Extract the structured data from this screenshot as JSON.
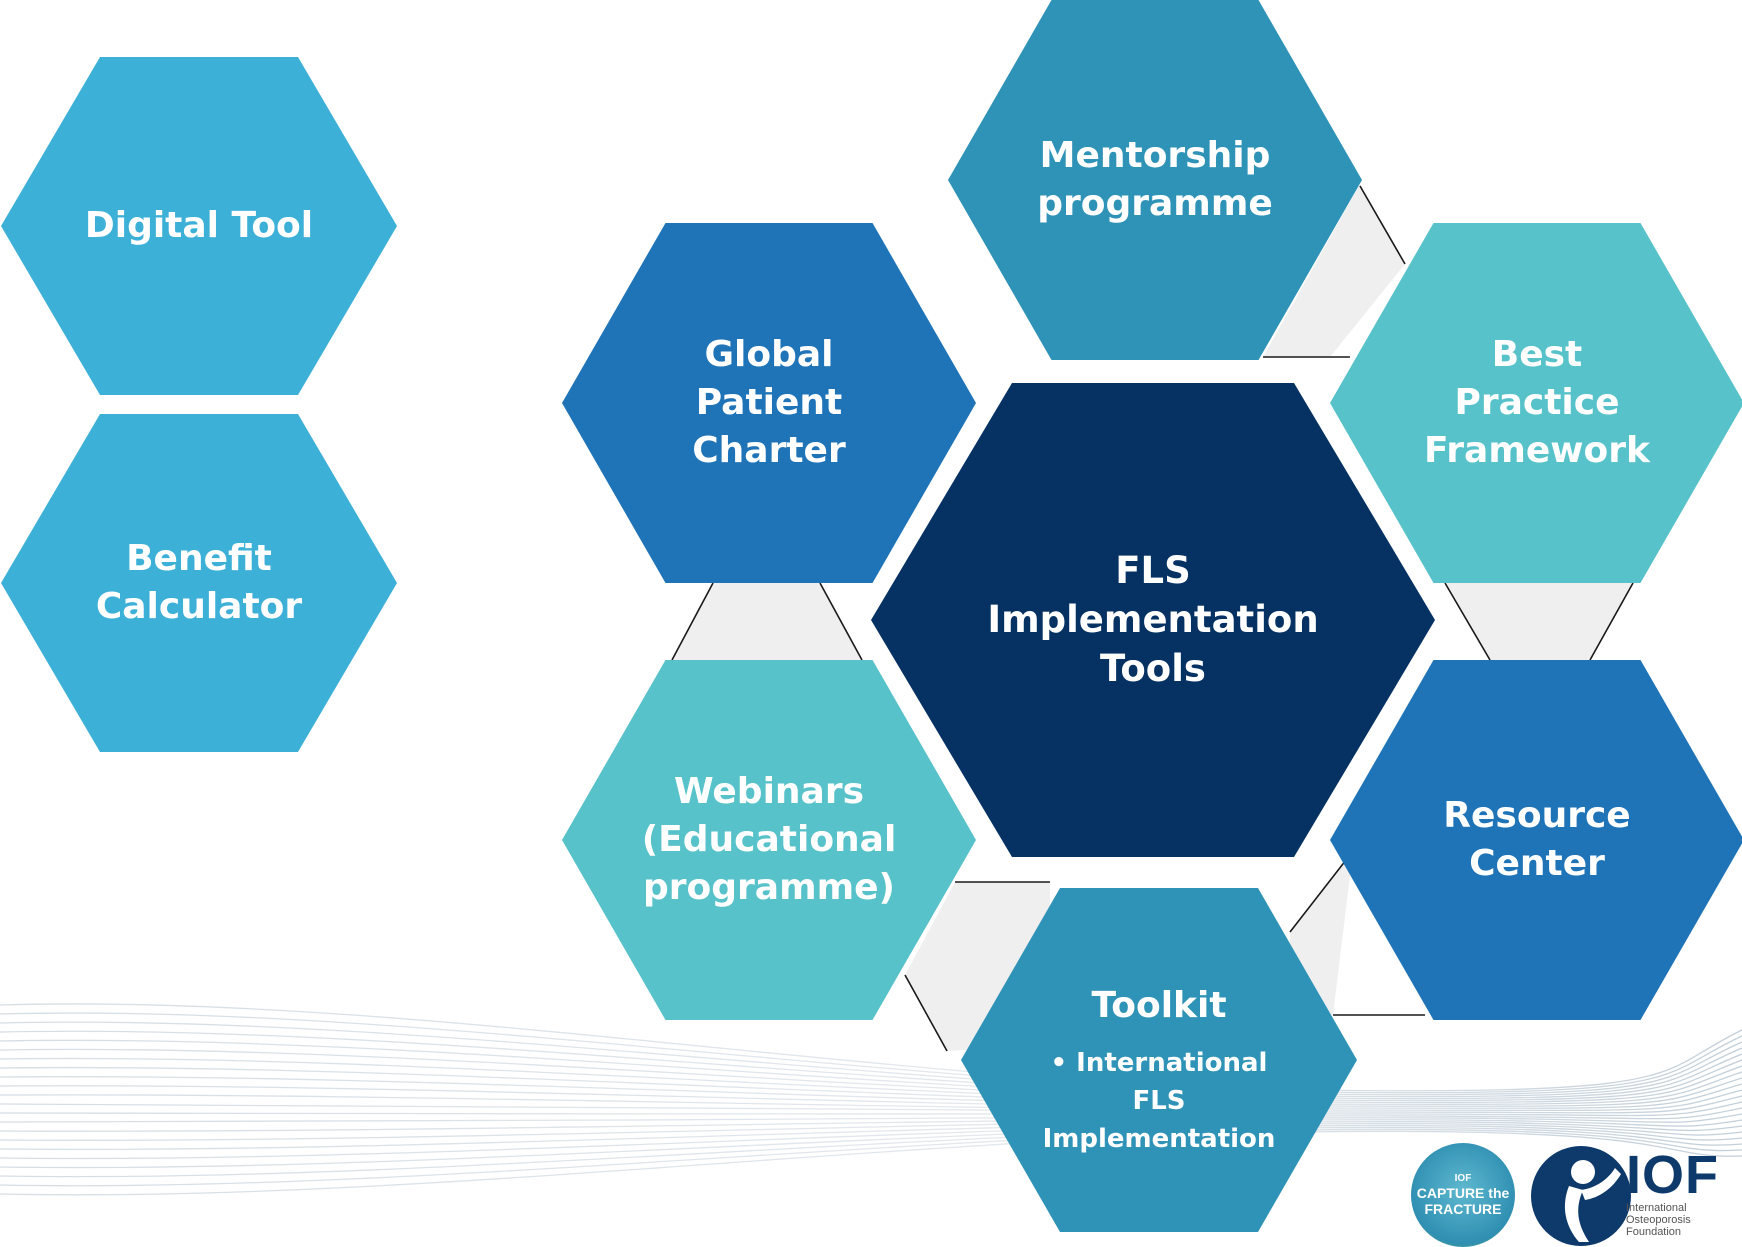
{
  "hexagons": {
    "digital_tool": {
      "label": "Digital Tool",
      "color": "#3db0d8"
    },
    "benefit_calculator": {
      "label": "Benefit\nCalculator",
      "color": "#3db0d8"
    },
    "mentorship": {
      "label": "Mentorship\nprogramme",
      "color": "#2f93b7"
    },
    "global_patient_charter": {
      "label": "Global Patient\nCharter",
      "color": "#1f73b7"
    },
    "best_practice": {
      "label": "Best Practice\nFramework",
      "color": "#57c2c9"
    },
    "fls_tools": {
      "label": "FLS\nImplementation\nTools",
      "color": "#063263"
    },
    "webinars": {
      "label": "Webinars\n(Educational\nprogramme)",
      "color": "#57c2c9"
    },
    "resource_center": {
      "label": "Resource\nCenter",
      "color": "#1f73b7"
    },
    "toolkit": {
      "label": "Toolkit",
      "sub": "• International\nFLS\nImplementation",
      "color": "#2f93b7"
    }
  },
  "logos": {
    "capture_the_fracture": {
      "line1": "IOF",
      "line2": "CAPTURE the",
      "line3": "FRACTURE"
    },
    "iof": {
      "name": "IOF",
      "line1": "International",
      "line2": "Osteoporosis",
      "line3": "Foundation"
    }
  }
}
